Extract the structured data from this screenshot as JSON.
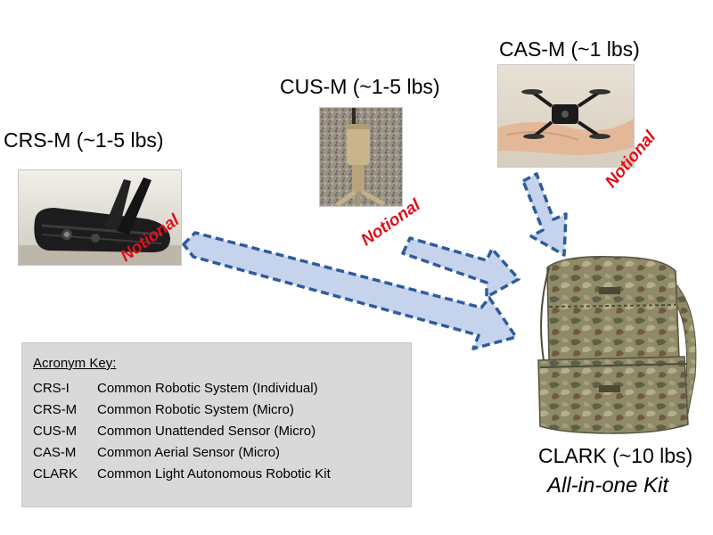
{
  "items": {
    "crs_m_label": "CRS-M (~1-5 lbs)",
    "cus_m_label": "CUS-M (~1-5 lbs)",
    "cas_m_label": "CAS-M (~1 lbs)",
    "clark_label": "CLARK (~10 lbs)",
    "clark_subtitle": "All-in-one Kit"
  },
  "notional_tags": [
    "Notional",
    "Notional",
    "Notional"
  ],
  "acronym_key": {
    "title": "Acronym Key:",
    "rows": [
      {
        "abbr": "CRS-I",
        "meaning": "Common Robotic System (Individual)"
      },
      {
        "abbr": "CRS-M",
        "meaning": "Common Robotic System (Micro)"
      },
      {
        "abbr": "CUS-M",
        "meaning": "Common Unattended Sensor (Micro)"
      },
      {
        "abbr": "CAS-M",
        "meaning": "Common Aerial Sensor (Micro)"
      },
      {
        "abbr": "CLARK",
        "meaning": "Common Light Autonomous Robotic Kit"
      }
    ]
  },
  "colors": {
    "notional": "#e0101a",
    "arrow_fill": "#c5d3ec",
    "arrow_stroke": "#2e5c9a",
    "key_background": "#d9d9d9"
  }
}
